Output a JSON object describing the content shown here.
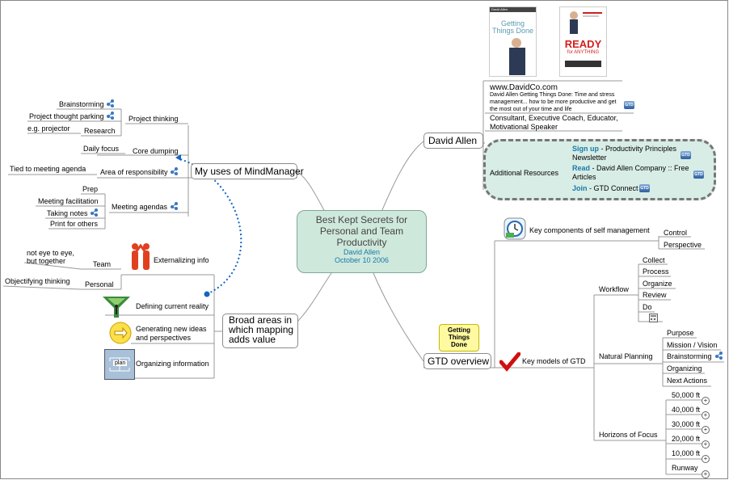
{
  "central": {
    "title": "Best Kept Secrets for Personal and Team Productivity",
    "author": "David Allen",
    "date": "October 10 2006"
  },
  "uses": {
    "label": "My uses of MindManager",
    "project_thinking": {
      "label": "Project thinking",
      "items": [
        "Brainstorming",
        "Project thought parking",
        "Research"
      ],
      "research_child": "e.g. projector"
    },
    "core_dumping": {
      "label": "Core dumping",
      "child": "Daily focus"
    },
    "area": {
      "label": "Area of responsibility",
      "child": "Tied to meeting agenda"
    },
    "meeting": {
      "label": "Meeting agendas",
      "items": [
        "Prep",
        "Meeting facilitation",
        "Taking notes",
        "Print for others"
      ]
    }
  },
  "broad": {
    "label": "Broad areas in which mapping adds value",
    "externalizing": {
      "label": "Externalizing info",
      "team": "Team",
      "team_child": "not eye to eye, but together",
      "personal": "Personal",
      "personal_child": "Objectifying thinking"
    },
    "defining": "Defining current reality",
    "generating": "Generating new ideas and perspectives",
    "organizing": "Organizing information",
    "plan_icon_text": "plan"
  },
  "david": {
    "label": "David Allen",
    "book1": {
      "header": "David Allen",
      "title": "Getting Things Done"
    },
    "book2": {
      "title1": "READY",
      "title2": "for ANYTHING"
    },
    "website": "www.DavidCo.com",
    "website_desc": "David Allen Getting Things Done: Time and stress management... how to be more productive and get the most out of your time and life",
    "roles": "Consultant, Executive Coach, Educator, Motivational Speaker",
    "resources": {
      "label": "Additional Resources",
      "signup_link": "Sign up",
      "signup_text": " - Productivity Principles Newsletter",
      "read_link": "Read",
      "read_text": " - David Allen Company :: Free Articles",
      "join_link": "Join",
      "join_text": " - GTD Connect"
    }
  },
  "gtd": {
    "label": "GTD overview",
    "callout": "Getting Things Done",
    "components": {
      "label": "Key components of self management",
      "items": [
        "Control",
        "Perspective"
      ]
    },
    "models": {
      "label": "Key models of GTD"
    },
    "workflow": {
      "label": "Workflow",
      "items": [
        "Collect",
        "Process",
        "Organize",
        "Review",
        "Do"
      ]
    },
    "natural": {
      "label": "Natural Planning",
      "items": [
        "Purpose",
        "Mission / Vision",
        "Brainstorming",
        "Organizing",
        "Next Actions"
      ]
    },
    "horizons": {
      "label": "Horizons of Focus",
      "items": [
        "50,000 ft",
        "40,000 ft",
        "30,000 ft",
        "20,000 ft",
        "10,000 ft",
        "Runway"
      ]
    }
  },
  "colors": {
    "central_fill": "#cfe8dc",
    "central_border": "#7fa898",
    "link": "#1a7aa8",
    "dashed": "#1565c0",
    "resource_fill": "#d8ede5"
  }
}
